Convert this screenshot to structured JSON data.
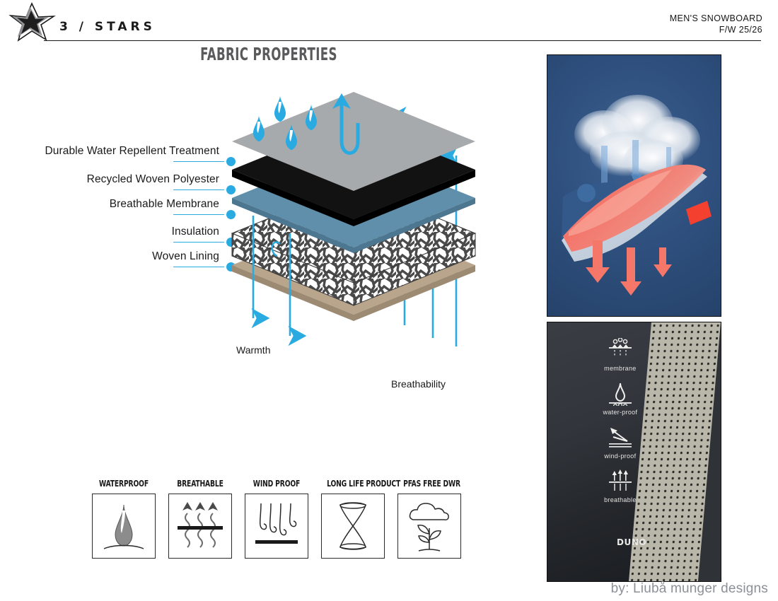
{
  "header": {
    "brand": "3 / STARS",
    "logo_icon": "star-icon",
    "category": "MEN'S SNOWBOARD",
    "season": "F/W 25/26"
  },
  "page_title": "FABRIC PROPERTIES",
  "colors": {
    "accent_cyan": "#29abe2",
    "layer_outer": "#a7aaad",
    "layer_polyester": "#121212",
    "layer_membrane": "#5f8fab",
    "layer_insulation": "#ffffff",
    "layer_lining": "#b9a58c",
    "render_bg": "#2e4f7d",
    "render_fabric": "#f2766b",
    "credit_gray": "#8c9097"
  },
  "diagram": {
    "layers": [
      {
        "label": "Durable Water Repellent Treatment",
        "color": "#a7aaad",
        "name": "dwr-treatment"
      },
      {
        "label": "Recycled Woven Polyester",
        "color": "#121212",
        "name": "recycled-woven-polyester"
      },
      {
        "label": "Breathable Membrane",
        "color": "#5f8fab",
        "name": "breathable-membrane"
      },
      {
        "label": "Insulation",
        "color": "#ffffff",
        "name": "insulation"
      },
      {
        "label": "Woven Lining",
        "color": "#b9a58c",
        "name": "woven-lining"
      }
    ],
    "flows": [
      {
        "label": "Warmth",
        "direction": "down"
      },
      {
        "label": "Breathability",
        "direction": "up"
      }
    ]
  },
  "features": [
    {
      "title": "WATERPROOF",
      "icon": "water-droplet-icon"
    },
    {
      "title": "BREATHABLE",
      "icon": "vapor-arrows-icon"
    },
    {
      "title": "WIND PROOF",
      "icon": "wind-deflect-icon"
    },
    {
      "title": "LONG LIFE PRODUCT",
      "icon": "hourglass-icon"
    },
    {
      "title": "PFAS FREE DWR",
      "icon": "cloud-plant-icon"
    }
  ],
  "panels": {
    "render": {
      "name": "membrane-render-image",
      "alt": "3D render of breathable membrane with steam cloud and red vapor arrows"
    },
    "photo": {
      "name": "fabric-detail-photo",
      "alt": "Close-up photo of printed fabric labels and mesh lining",
      "printed_labels": [
        {
          "text": "membrane",
          "icon": "membrane-icon"
        },
        {
          "text": "water-proof",
          "icon": "waterproof-icon"
        },
        {
          "text": "wind-proof",
          "icon": "windproof-icon"
        },
        {
          "text": "breathable",
          "icon": "breathable-icon"
        }
      ],
      "brand": "DUNO"
    }
  },
  "footer": {
    "credit": "by: Liubå munger designs"
  }
}
